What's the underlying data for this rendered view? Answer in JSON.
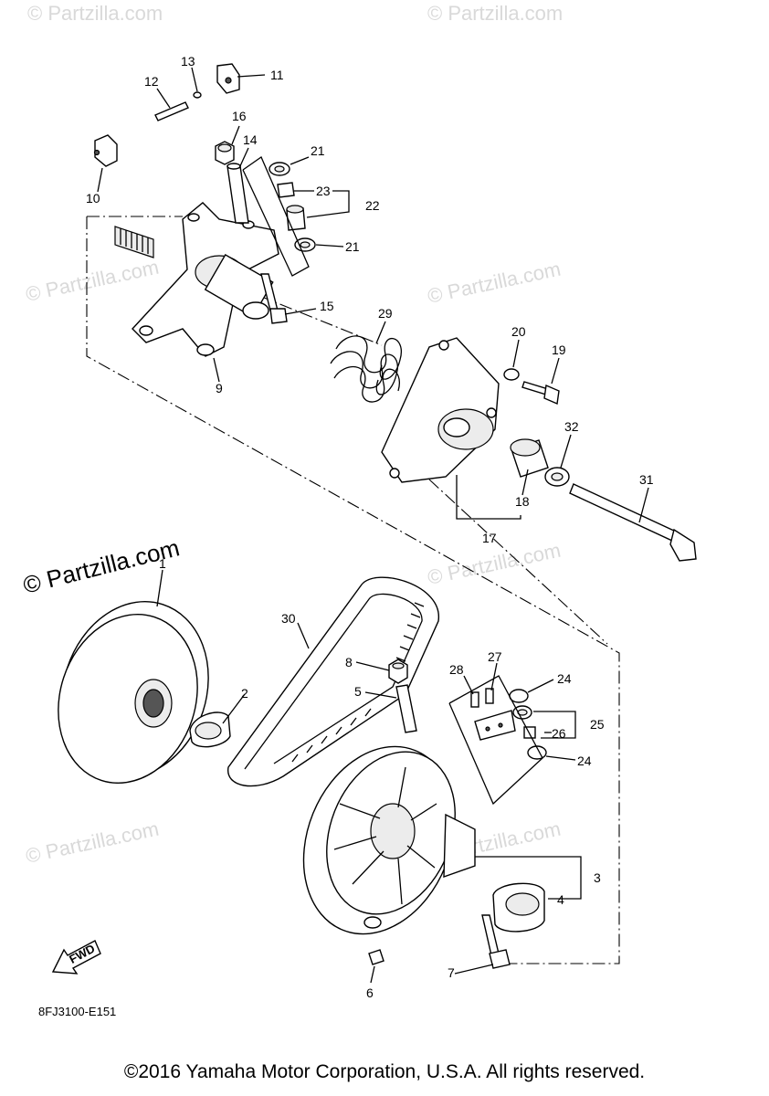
{
  "watermark": {
    "text": "© Partzilla.com"
  },
  "drawing_code": "8FJ3100-E151",
  "fwd_label": "FWD",
  "copyright": "©2016 Yamaha Motor Corporation, U.S.A. All rights reserved.",
  "callouts": [
    "1",
    "2",
    "3",
    "4",
    "5",
    "6",
    "7",
    "8",
    "9",
    "10",
    "11",
    "12",
    "13",
    "14",
    "15",
    "16",
    "17",
    "18",
    "19",
    "20",
    "21",
    "21",
    "22",
    "23",
    "24",
    "24",
    "25",
    "26",
    "27",
    "28",
    "29",
    "30",
    "31",
    "32"
  ]
}
